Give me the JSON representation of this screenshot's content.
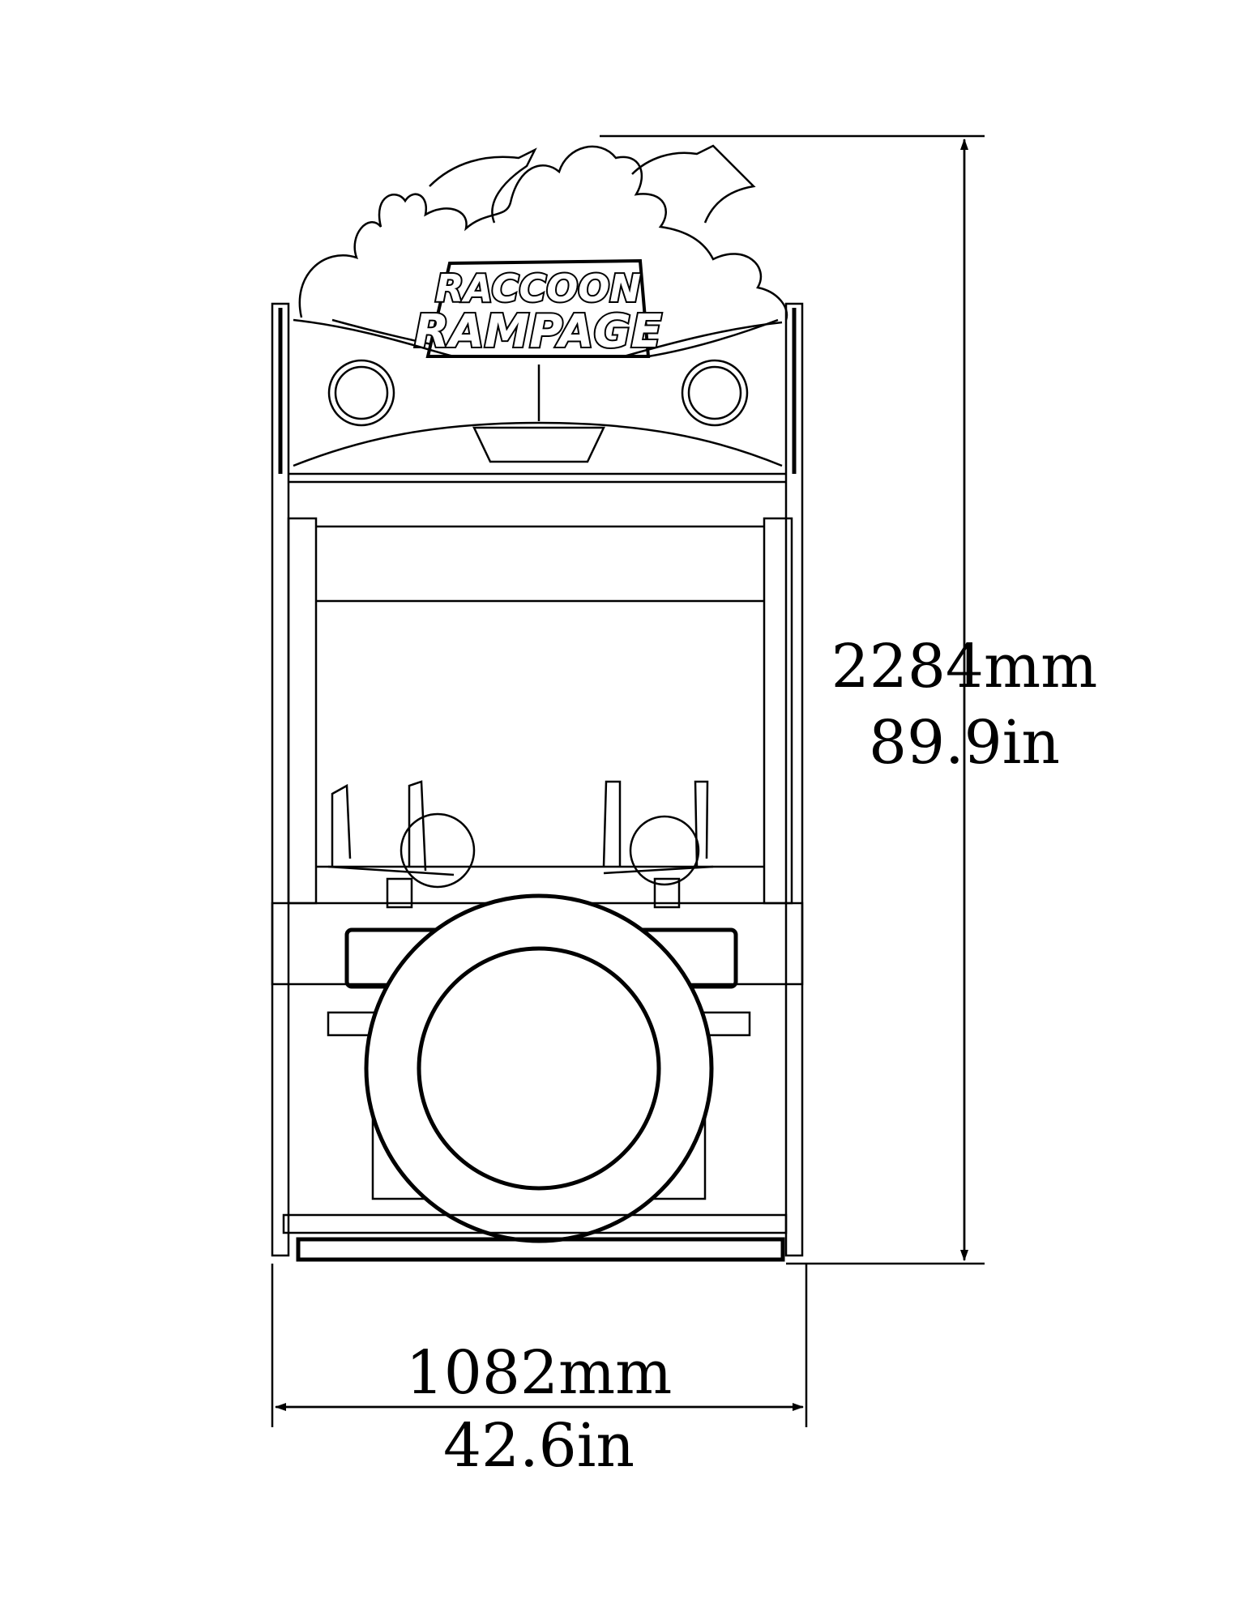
{
  "drawing": {
    "logo_line1": "RACCOON",
    "logo_line2": "RAMPAGE"
  },
  "dimensions": {
    "height_mm": "2284mm",
    "height_in": "89.9in",
    "width_mm": "1082mm",
    "width_in": "42.6in"
  }
}
